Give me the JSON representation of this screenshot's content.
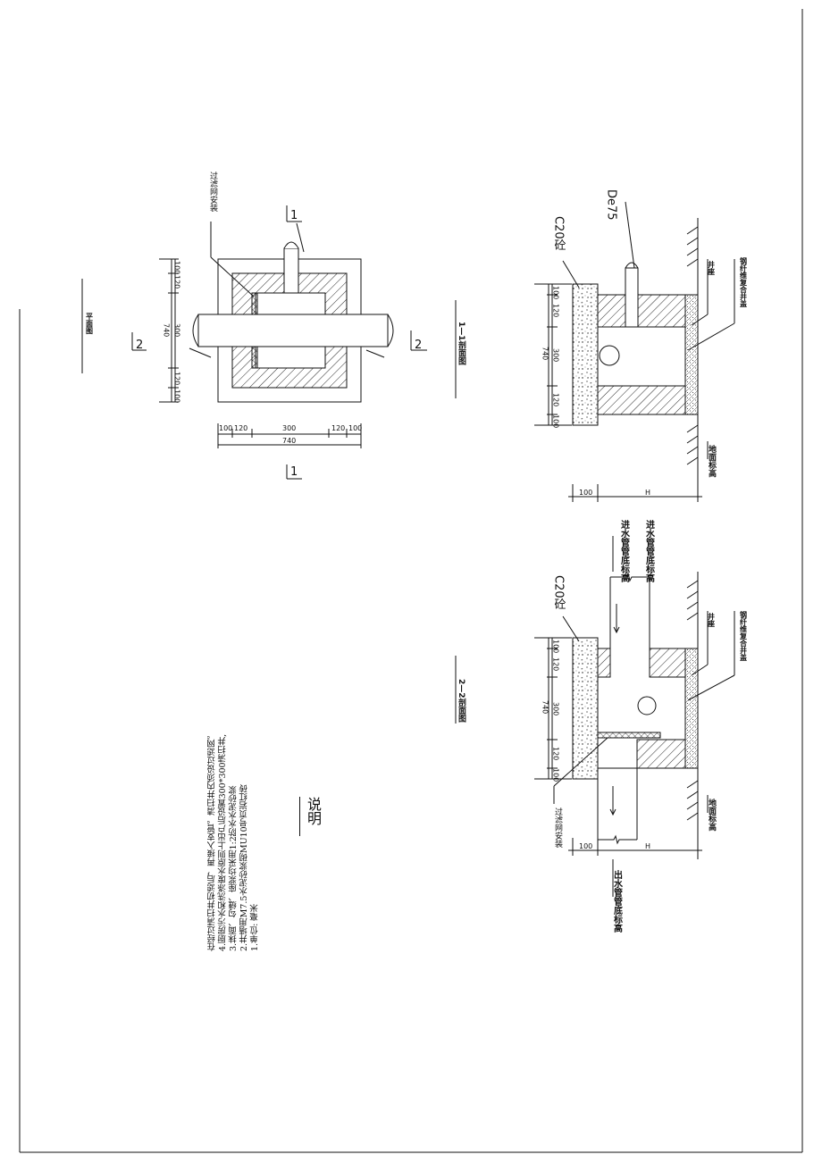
{
  "plan": {
    "title": "平面图",
    "filter_label": "过滤网安装",
    "section_mark_1": "1",
    "section_mark_2": "2",
    "dims_bottom": [
      "100",
      "120",
      "300",
      "120",
      "100"
    ],
    "dim_total": "740"
  },
  "section_1_1": {
    "title": "1—1剖面图",
    "concrete_label": "C20砼",
    "pipe_label": "De75",
    "well_seat_label": "井座",
    "cover_label": "钢纤维复合井盖",
    "ground_label": "地面标高",
    "dims_left": [
      "100",
      "120",
      "300",
      "120",
      "100"
    ],
    "dim_total": "740",
    "dim_base": "100",
    "dim_h": "H"
  },
  "section_2_2": {
    "title": "2—2剖面图",
    "inlet_label": "进水管管底标高",
    "concrete_label": "C20砼",
    "well_seat_label": "井座",
    "cover_label": "钢纤维复合井盖",
    "ground_label": "地面标高",
    "filter_label": "过滤网安装",
    "outlet_label": "出水管管底标高",
    "dims_left": [
      "100",
      "120",
      "300",
      "120",
      "100"
    ],
    "dim_total": "740",
    "dim_base": "100",
    "dim_h": "H"
  },
  "notes": {
    "title": "说明",
    "items": [
      "1.单位: 毫米",
      "2.井墙用M7.5水泥砂浆砌MU10号页岩红砖",
      "3.抹面、勾缝、座浆均采用1:2防水水泥砂浆",
      "4.厨房污水和洗涤废水原则上出户后设置300*300清扫井,",
      "在经过清扫井初滤后，再接入支管。清扫井内须设过滤网。"
    ]
  },
  "colors": {
    "line": "#111111",
    "background": "#ffffff"
  }
}
